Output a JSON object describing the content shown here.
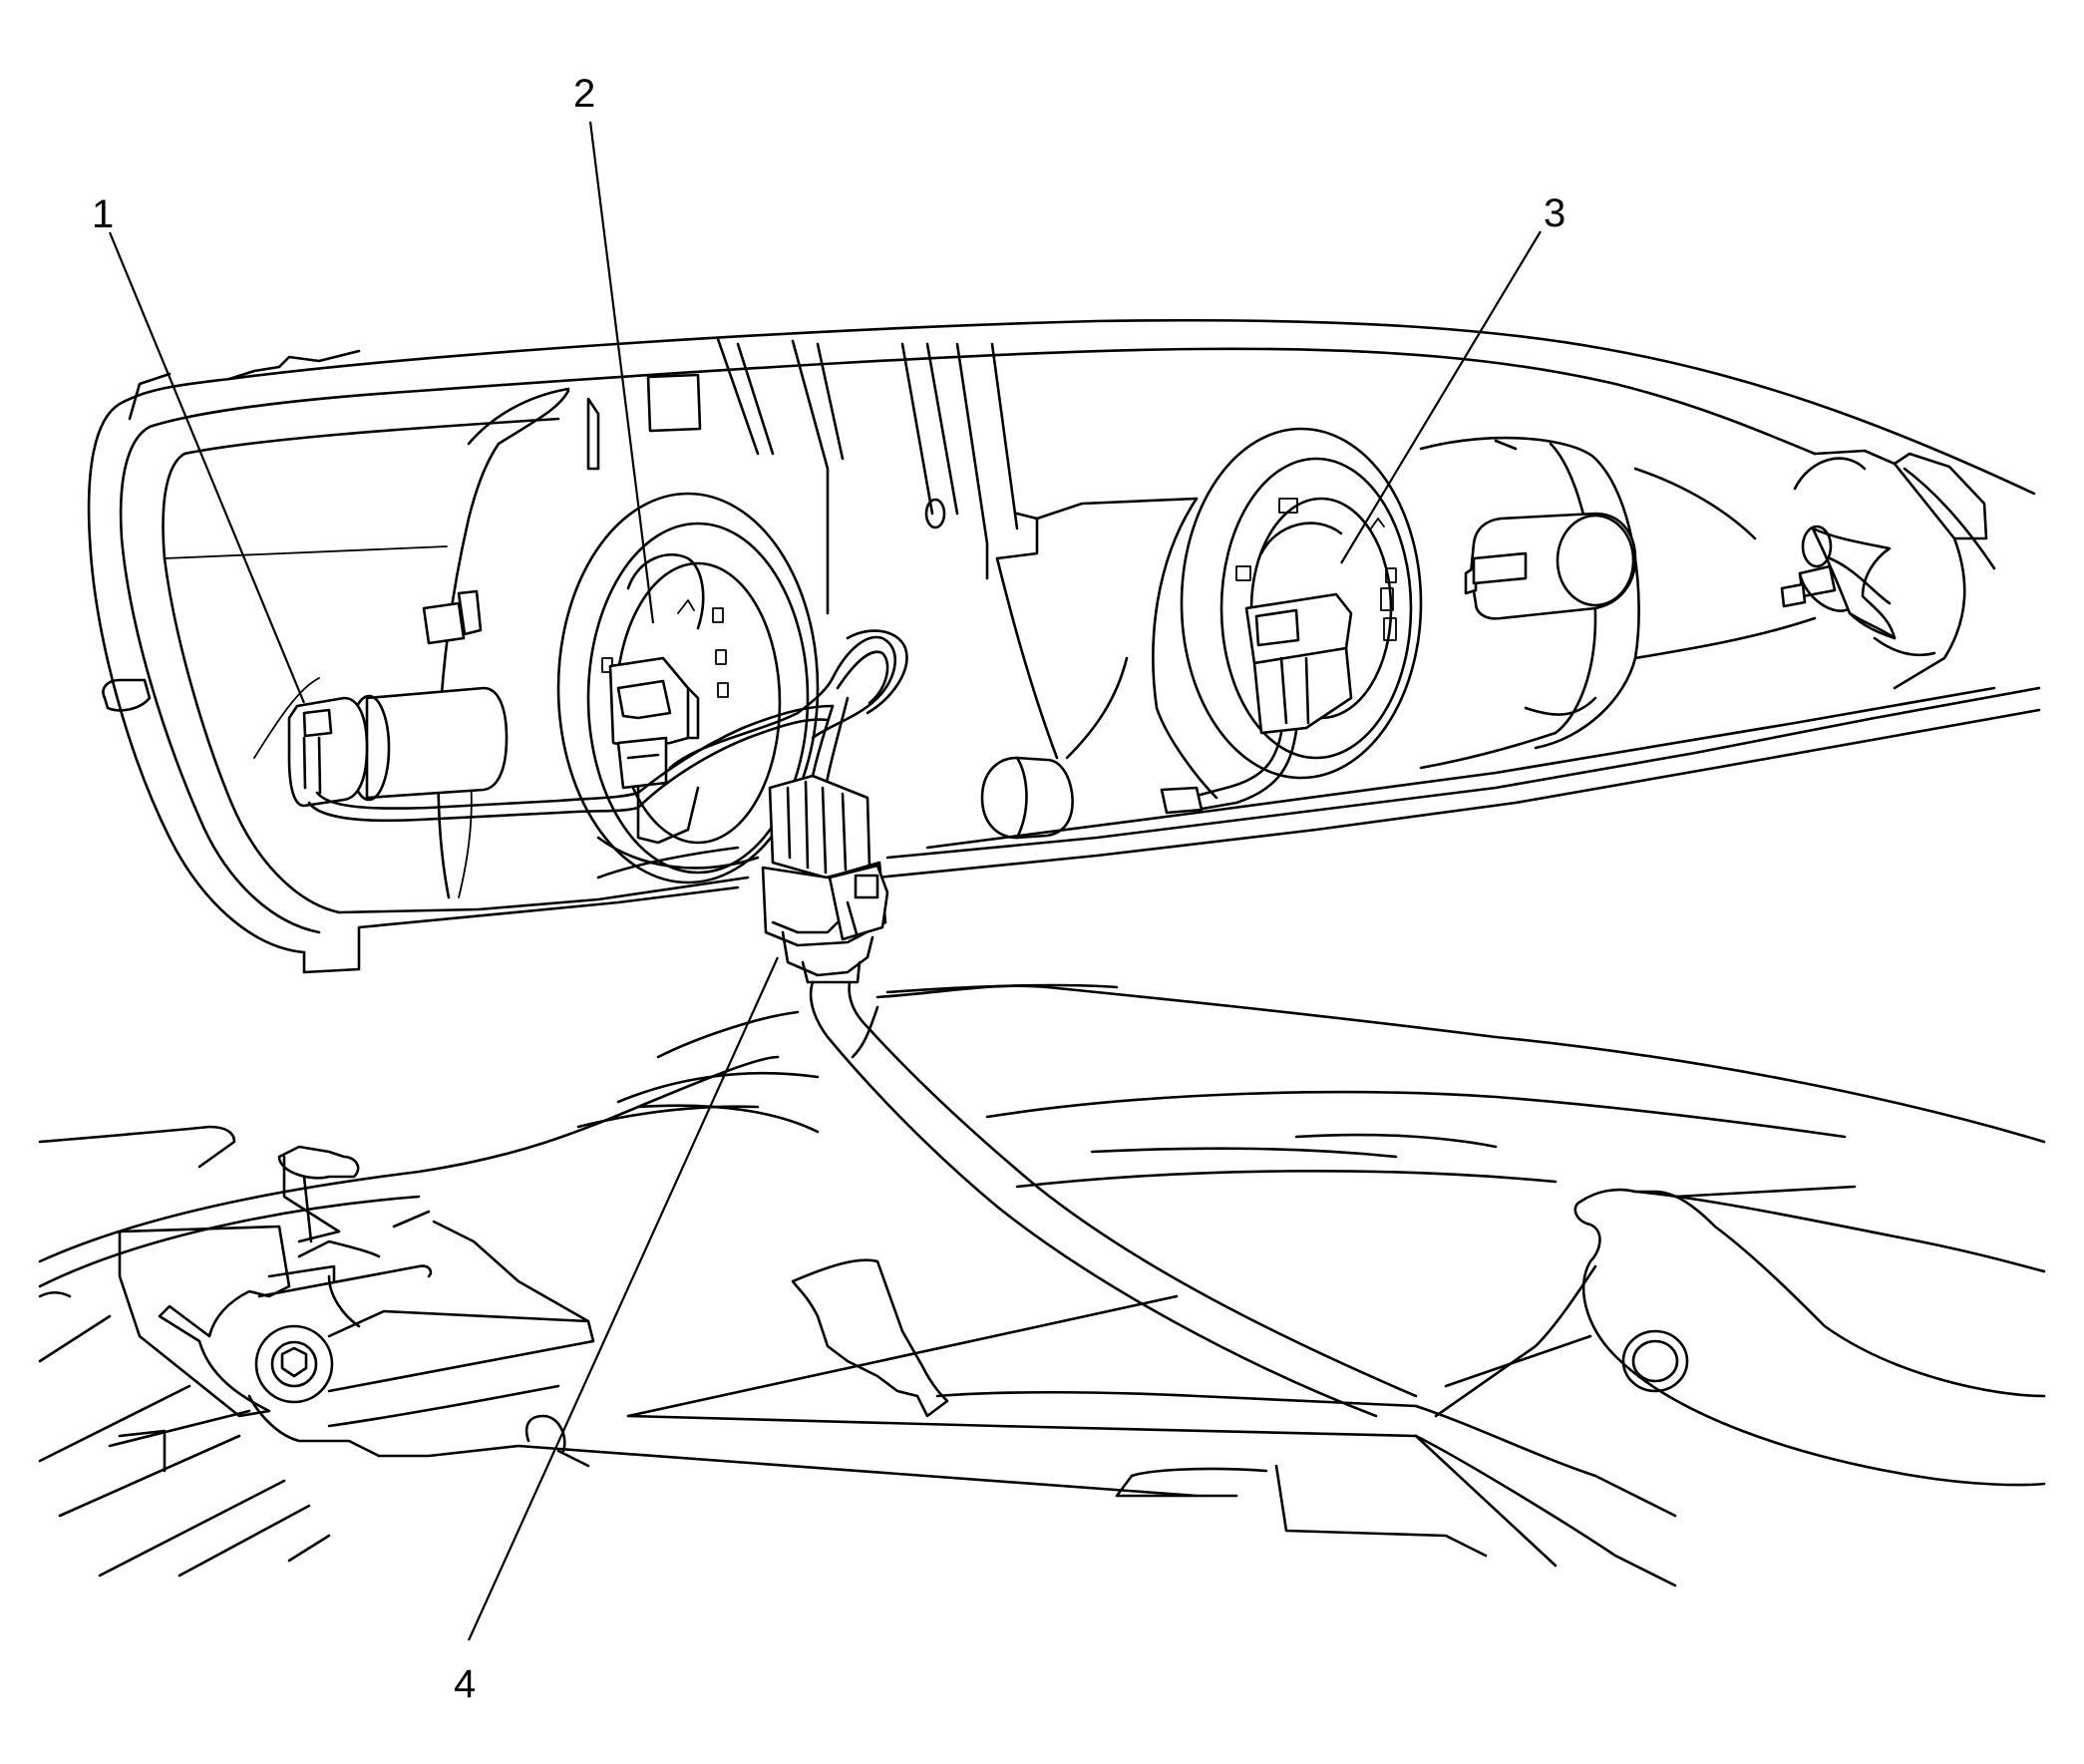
{
  "diagram": {
    "callouts": [
      {
        "id": "1",
        "text": "1"
      },
      {
        "id": "2",
        "text": "2"
      },
      {
        "id": "3",
        "text": "3"
      },
      {
        "id": "4",
        "text": "4"
      }
    ]
  },
  "colors": {
    "line": "#000000",
    "background": "#ffffff"
  }
}
